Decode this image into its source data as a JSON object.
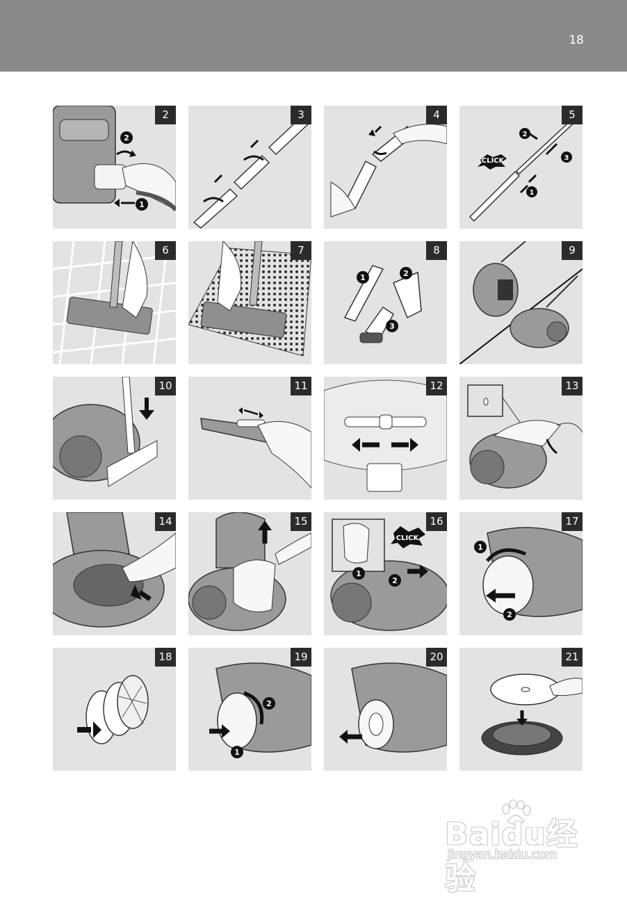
{
  "page": {
    "number": "18"
  },
  "steps": [
    {
      "num": "2"
    },
    {
      "num": "3"
    },
    {
      "num": "4"
    },
    {
      "num": "5",
      "callout": "CLICK"
    },
    {
      "num": "6"
    },
    {
      "num": "7"
    },
    {
      "num": "8"
    },
    {
      "num": "9"
    },
    {
      "num": "10"
    },
    {
      "num": "11"
    },
    {
      "num": "12"
    },
    {
      "num": "13"
    },
    {
      "num": "14"
    },
    {
      "num": "15"
    },
    {
      "num": "16",
      "callout": "CLICK"
    },
    {
      "num": "17"
    },
    {
      "num": "18"
    },
    {
      "num": "19"
    },
    {
      "num": "20"
    },
    {
      "num": "21"
    }
  ],
  "markers": {
    "one": "1",
    "two": "2",
    "three": "3"
  },
  "watermark": {
    "logo": "Baidu经验",
    "url": "jingyan.baidu.com"
  },
  "colors": {
    "header": "#8a8a8a",
    "panel": "#e3e3e3",
    "badge": "#2b2b2b"
  }
}
